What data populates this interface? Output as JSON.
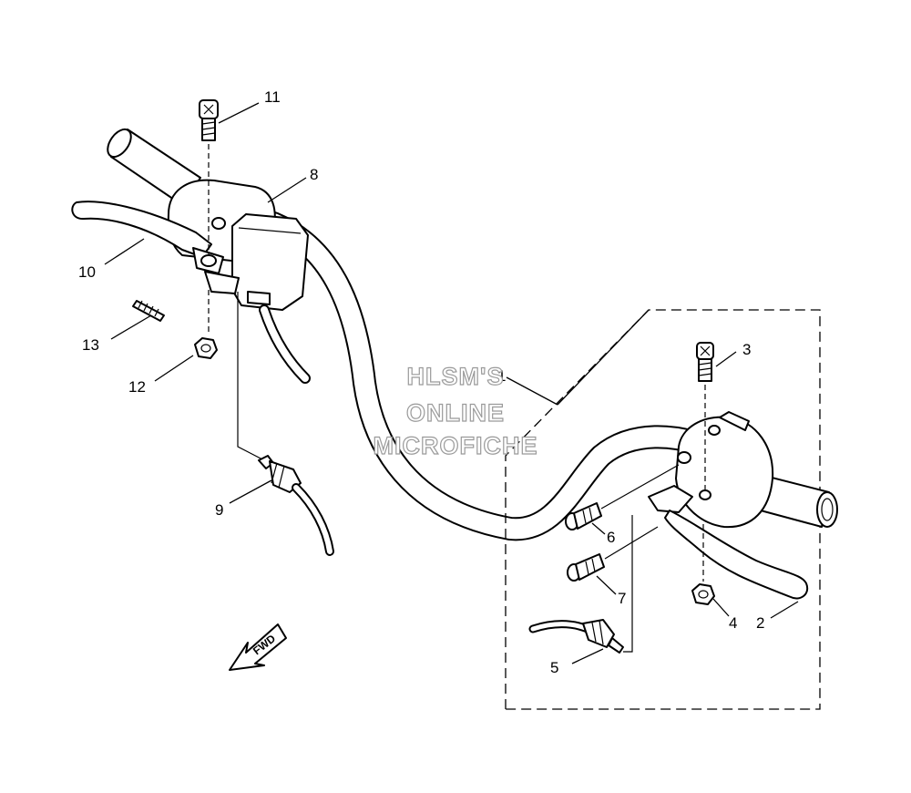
{
  "watermark": {
    "line1": "HLSM'S",
    "line2": "ONLINE",
    "line3": "MICROFICHE"
  },
  "fwd_label": "FWD",
  "callouts": {
    "p1": "1",
    "p2": "2",
    "p3": "3",
    "p4": "4",
    "p5": "5",
    "p6": "6",
    "p7": "7",
    "p8": "8",
    "p9": "9",
    "p10": "10",
    "p11": "11",
    "p12": "12",
    "p13": "13"
  },
  "colors": {
    "ink": "#000000",
    "paper": "#ffffff",
    "watermark_outline": "#9a9a9a"
  }
}
